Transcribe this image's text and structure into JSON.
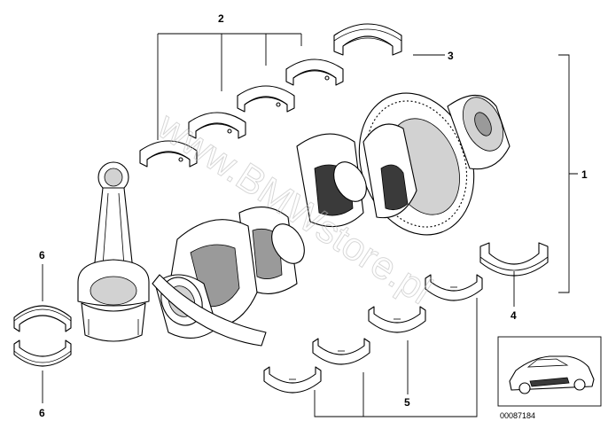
{
  "callouts": {
    "c1": "1",
    "c2": "2",
    "c3": "3",
    "c4": "4",
    "c5": "5",
    "c6_top": "6",
    "c6_bottom": "6"
  },
  "watermark": "www.BMWstore.pl",
  "diagram_number": "00087184",
  "colors": {
    "line": "#000000",
    "background": "#ffffff",
    "watermark": "#bdbdbd"
  }
}
